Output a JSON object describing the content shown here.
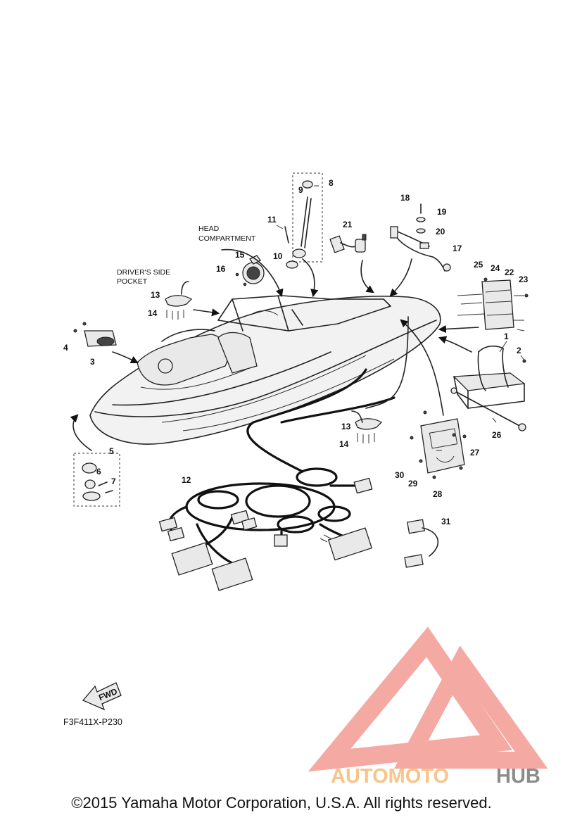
{
  "diagram": {
    "code": "F3F411X-P230",
    "fwd_label": "FWD",
    "labels": {
      "head_compartment": [
        "HEAD",
        "COMPARTMENT"
      ],
      "drivers_pocket": [
        "DRIVER'S SIDE",
        "POCKET"
      ]
    },
    "callouts": [
      {
        "id": "1",
        "text": "1"
      },
      {
        "id": "2",
        "text": "2"
      },
      {
        "id": "3",
        "text": "3"
      },
      {
        "id": "4",
        "text": "4"
      },
      {
        "id": "5",
        "text": "5"
      },
      {
        "id": "6",
        "text": "6"
      },
      {
        "id": "7",
        "text": "7"
      },
      {
        "id": "8",
        "text": "8"
      },
      {
        "id": "9",
        "text": "9"
      },
      {
        "id": "10",
        "text": "10"
      },
      {
        "id": "11",
        "text": "11"
      },
      {
        "id": "12",
        "text": "12"
      },
      {
        "id": "13a",
        "text": "13"
      },
      {
        "id": "13b",
        "text": "13"
      },
      {
        "id": "14a",
        "text": "14"
      },
      {
        "id": "14b",
        "text": "14"
      },
      {
        "id": "15",
        "text": "15"
      },
      {
        "id": "16",
        "text": "16"
      },
      {
        "id": "17",
        "text": "17"
      },
      {
        "id": "18",
        "text": "18"
      },
      {
        "id": "19",
        "text": "19"
      },
      {
        "id": "20",
        "text": "20"
      },
      {
        "id": "21",
        "text": "21"
      },
      {
        "id": "22",
        "text": "22"
      },
      {
        "id": "23",
        "text": "23"
      },
      {
        "id": "24",
        "text": "24"
      },
      {
        "id": "25",
        "text": "25"
      },
      {
        "id": "26",
        "text": "26"
      },
      {
        "id": "27",
        "text": "27"
      },
      {
        "id": "28",
        "text": "28"
      },
      {
        "id": "29",
        "text": "29"
      },
      {
        "id": "30",
        "text": "30"
      },
      {
        "id": "31",
        "text": "31"
      }
    ]
  },
  "watermark": {
    "part1": "AUTOMOTO",
    "part2": "HUB",
    "color_primary": "#f4a9a3",
    "color_secondary": "#f7c48a",
    "color_gray": "#8c8c8c"
  },
  "footer": {
    "copyright": "©2015 Yamaha Motor Corporation, U.S.A. All rights reserved."
  }
}
